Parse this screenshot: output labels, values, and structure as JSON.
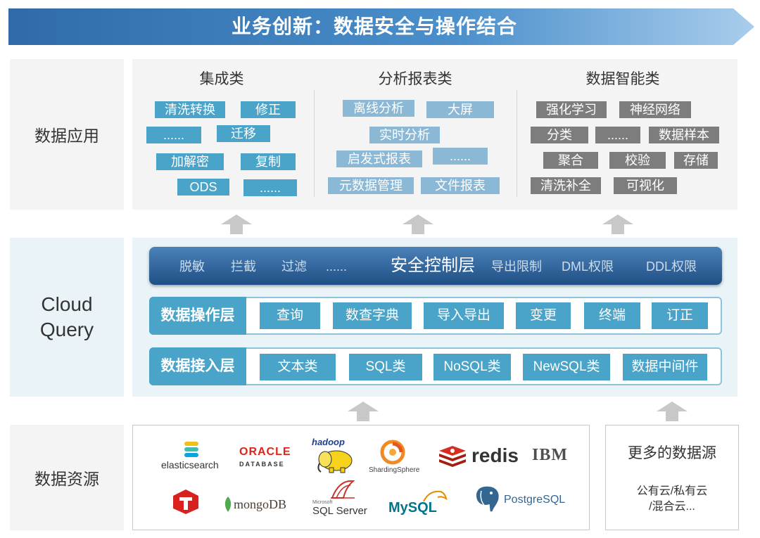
{
  "banner": {
    "title": "业务创新：数据安全与操作结合"
  },
  "rows": {
    "apps": "数据应用",
    "cloudquery_line1": "Cloud",
    "cloudquery_line2": "Query",
    "sources": "数据资源"
  },
  "apps": {
    "integration": {
      "title": "集成类",
      "tags": [
        "清洗转换",
        "修正",
        "......",
        "迁移",
        "加解密",
        "复制",
        "ODS",
        "......"
      ]
    },
    "analytics": {
      "title": "分析报表类",
      "tags": [
        "离线分析",
        "大屏",
        "实时分析",
        "启发式报表",
        "......",
        "元数据管理",
        "文件报表"
      ]
    },
    "intelligence": {
      "title": "数据智能类",
      "tags": [
        "强化学习",
        "神经网络",
        "分类",
        "......",
        "数据样本",
        "聚合",
        "校验",
        "存储",
        "清洗补全",
        "可视化"
      ]
    }
  },
  "security": {
    "title": "安全控制层",
    "left_items": [
      "脱敏",
      "拦截",
      "过滤",
      "......"
    ],
    "right_items": [
      "导出限制",
      "DML权限",
      "DDL权限"
    ]
  },
  "operation": {
    "label": "数据操作层",
    "items": [
      "查询",
      "数查字典",
      "导入导出",
      "变更",
      "终端",
      "订正"
    ]
  },
  "access": {
    "label": "数据接入层",
    "items": [
      "文本类",
      "SQL类",
      "NoSQL类",
      "NewSQL类",
      "数据中间件"
    ]
  },
  "sources": {
    "logos": {
      "elastic": "elasticsearch",
      "oracle1": "ORACLE",
      "oracle2": "DATABASE",
      "hadoop": "hadoop",
      "sharding": "ShardingSphere",
      "redis": "redis",
      "ibm": "IBM",
      "mongo": "mongoDB",
      "sqlserver_small": "Microsoft",
      "sqlserver": "SQL Server",
      "mysql": "MySQL",
      "postgres": "PostgreSQL"
    },
    "more": {
      "title": "更多的数据源",
      "line1": "公有云/私有云",
      "line2": "/混合云..."
    }
  },
  "colors": {
    "primary_blue": "#4aa3c8",
    "light_blue": "#8bb8d5",
    "dark_blue": "#1f4f85",
    "gray_tag": "#7d7d7d",
    "panel_gray": "#f4f4f4",
    "panel_blue": "#eaf4f8"
  }
}
